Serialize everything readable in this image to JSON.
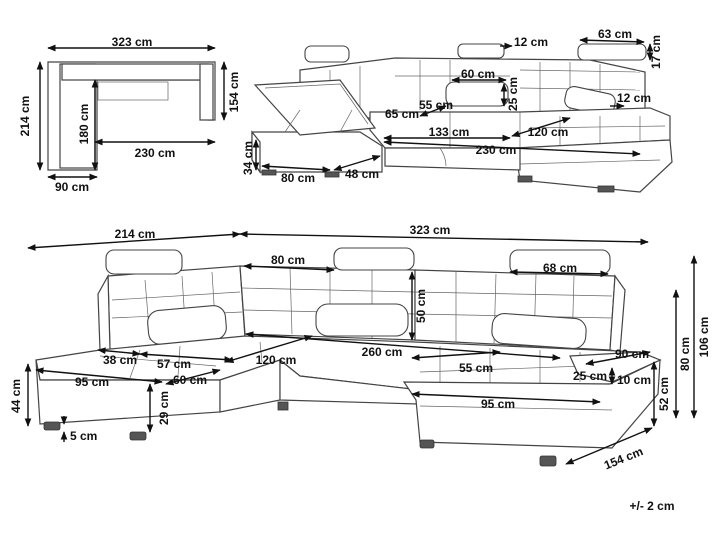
{
  "labels": {
    "plan_width": "323 cm",
    "plan_depth_left": "214 cm",
    "plan_depth_right": "154 cm",
    "plan_inner_depth": "180 cm",
    "plan_inner_width": "230 cm",
    "plan_arm_width": "90 cm",
    "storage_height": "34 cm",
    "storage_length": "80 cm",
    "storage_width": "48 cm",
    "headrest_gap": "12 cm",
    "headrest_width": "63 cm",
    "headrest_height": "17 cm",
    "headrest_inner": "60 cm",
    "headrest_drop": "25 cm",
    "seat_a": "65 cm",
    "seat_b": "55 cm",
    "cushion_gap": "12 cm",
    "seat_133": "133 cm",
    "seat_120_top": "120 cm",
    "seat_230": "230 cm",
    "main_left": "214 cm",
    "main_width": "323 cm",
    "main_80_top": "80 cm",
    "main_68": "68 cm",
    "main_50": "50 cm",
    "main_260": "260 cm",
    "main_38": "38 cm",
    "main_57": "57 cm",
    "main_120": "120 cm",
    "main_95_left": "95 cm",
    "main_60": "60 cm",
    "main_44": "44 cm",
    "main_29": "29 cm",
    "main_5": "5 cm",
    "main_55": "55 cm",
    "main_90": "90 cm",
    "main_25": "25 cm",
    "main_10": "10 cm",
    "main_95_right": "95 cm",
    "main_52": "52 cm",
    "main_80_right": "80 cm",
    "main_106": "106 cm",
    "main_154": "154 cm",
    "tolerance": "+/- 2 cm"
  },
  "colors": {
    "outline": "#444444",
    "dimension": "#111111",
    "background": "#ffffff"
  }
}
